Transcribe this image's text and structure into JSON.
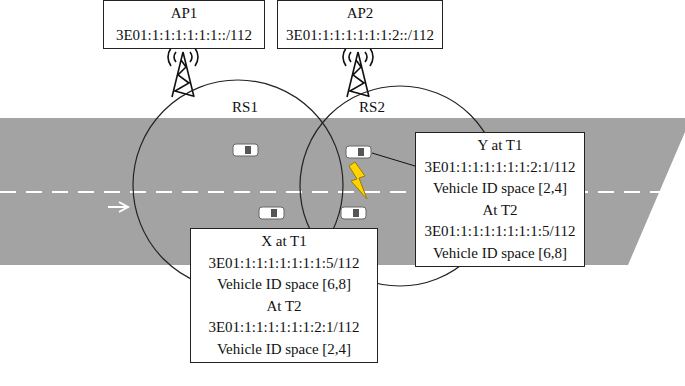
{
  "diagram": {
    "nodes": [
      {
        "text": [
          "AP1",
          "3E01:1:1:1:1:1:1::/112"
        ]
      },
      {
        "text": [
          "AP2",
          "3E01:1:1:1:1:1:1:2::/112"
        ]
      },
      {
        "text": [
          "RS1"
        ]
      },
      {
        "text": [
          "RS2"
        ]
      },
      {
        "text": [
          "Y at T1",
          "3E01:1:1:1:1:1:1:2:1/112",
          "Vehicle ID space [2,4]",
          "At T2",
          "3E01:1:1:1:1:1:1:1:5/112",
          "Vehicle ID space [6,8]"
        ]
      },
      {
        "text": [
          "X at T1",
          "3E01:1:1:1:1:1:1:1:5/112",
          "Vehicle ID space [6,8]",
          "At T2",
          "3E01:1:1:1:1:1:1:2:1/112",
          "Vehicle ID space [2,4]"
        ]
      }
    ]
  }
}
